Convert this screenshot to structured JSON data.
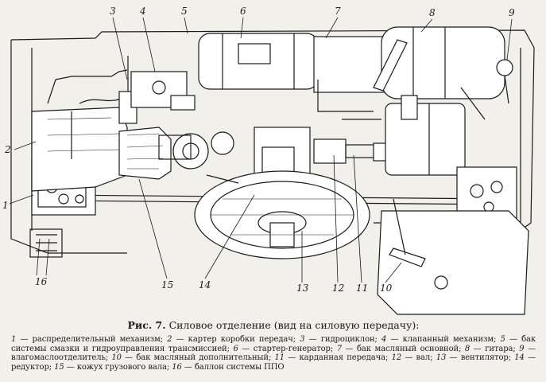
{
  "figure": {
    "caption_prefix": "Рис. 7.",
    "caption_title": "Силовое отделение (вид на силовую передачу):",
    "callouts": [
      "1",
      "2",
      "3",
      "4",
      "5",
      "6",
      "7",
      "8",
      "9",
      "10",
      "11",
      "12",
      "13",
      "14",
      "15",
      "16"
    ],
    "legend": [
      {
        "num": "1",
        "text": "распределительный механизм;"
      },
      {
        "num": "2",
        "text": "картер коробки передач;"
      },
      {
        "num": "3",
        "text": "гидроциклон;"
      },
      {
        "num": "4",
        "text": "клапанный механизм;"
      },
      {
        "num": "5",
        "text": "бак системы смазки и гидроуправления трансмиссией;"
      },
      {
        "num": "6",
        "text": "стартер-генератор;"
      },
      {
        "num": "7",
        "text": "бак масляный основной;"
      },
      {
        "num": "8",
        "text": "гитара;"
      },
      {
        "num": "9",
        "text": "влагомаслоотделитель;"
      },
      {
        "num": "10",
        "text": "бак масляный дополнительный;"
      },
      {
        "num": "11",
        "text": "карданная передача;"
      },
      {
        "num": "12",
        "text": "вал;"
      },
      {
        "num": "13",
        "text": "вентилятор;"
      },
      {
        "num": "14",
        "text": "редуктор;"
      },
      {
        "num": "15",
        "text": "кожух грузового вала;"
      },
      {
        "num": "16",
        "text": "баллон системы ППО"
      }
    ]
  }
}
